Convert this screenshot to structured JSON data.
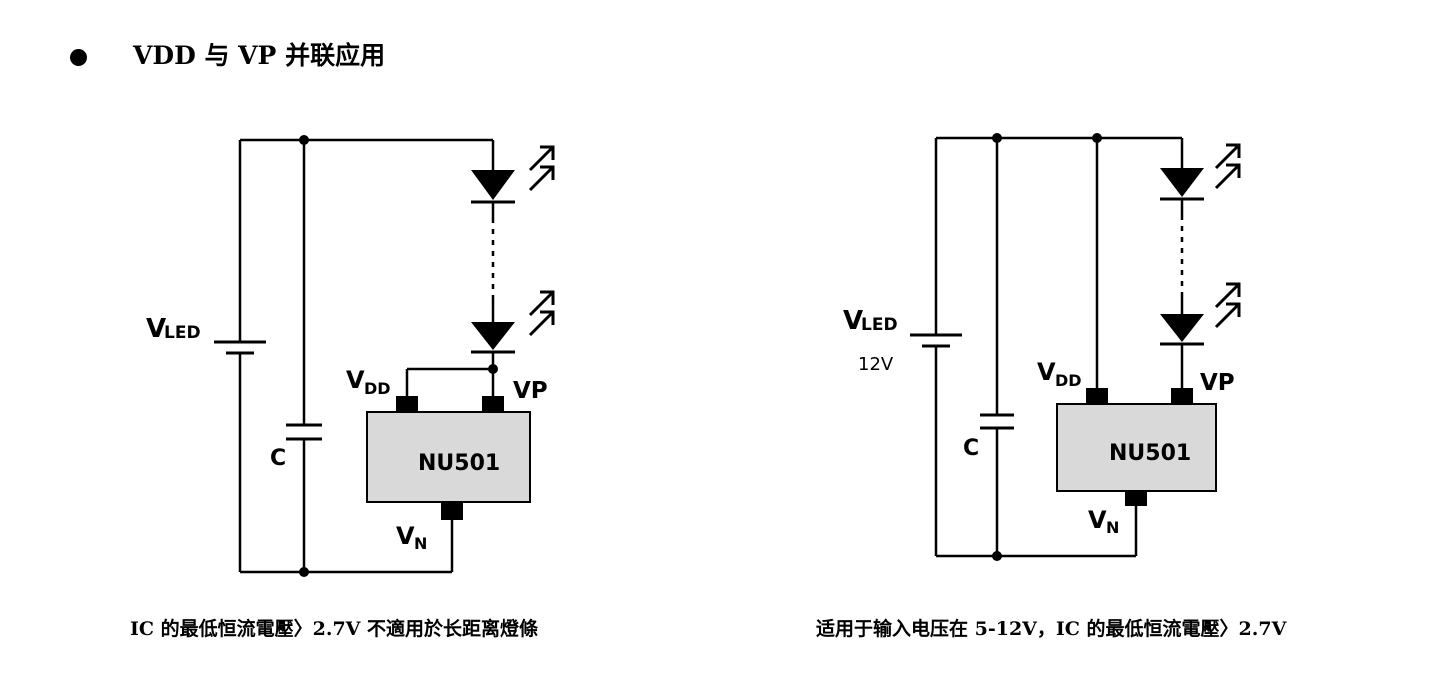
{
  "heading": "VDD 与 VP 并联应用",
  "left_circuit": {
    "vled_main": "V",
    "vled_sub": "LED",
    "capacitor": "C",
    "vdd_main": "V",
    "vdd_sub": "DD",
    "vp": "VP",
    "chip": "NU501",
    "vn_main": "V",
    "vn_sub": "N"
  },
  "right_circuit": {
    "vled_main": "V",
    "vled_sub": "LED",
    "voltage": "12V",
    "capacitor": "C",
    "vdd_main": "V",
    "vdd_sub": "DD",
    "vp": "VP",
    "chip": "NU501",
    "vn_main": "V",
    "vn_sub": "N"
  },
  "captions": {
    "left": "IC 的最低恒流電壓〉2.7V 不適用於长距离燈條",
    "right": "适用于输入电压在 5-12V，IC 的最低恒流電壓〉2.7V"
  },
  "colors": {
    "wire": "#000000",
    "chip_fill": "#d9d9d9",
    "chip_stroke": "#000000"
  }
}
